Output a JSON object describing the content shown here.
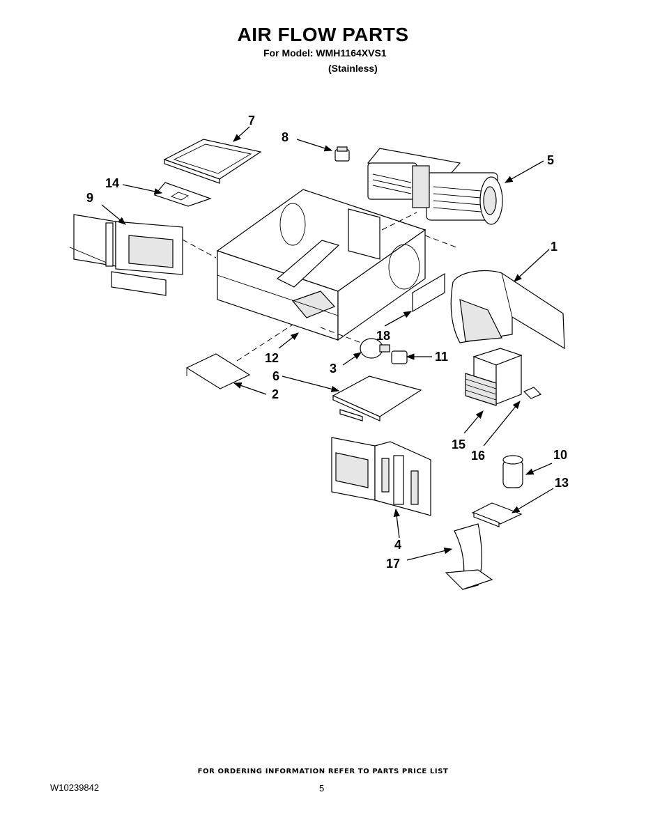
{
  "header": {
    "title": "AIR FLOW PARTS",
    "model_line": "For Model: WMH1164XVS1",
    "finish_line": "(Stainless)"
  },
  "callouts": {
    "c1": "1",
    "c2": "2",
    "c3": "3",
    "c4": "4",
    "c5": "5",
    "c6": "6",
    "c7": "7",
    "c8": "8",
    "c9": "9",
    "c10": "10",
    "c11": "11",
    "c12": "12",
    "c13": "13",
    "c14": "14",
    "c15": "15",
    "c16": "16",
    "c17": "17",
    "c18": "18"
  },
  "footer": {
    "ordering_note": "FOR ORDERING INFORMATION REFER TO PARTS PRICE LIST",
    "doc_number": "W10239842",
    "page_number": "5"
  }
}
